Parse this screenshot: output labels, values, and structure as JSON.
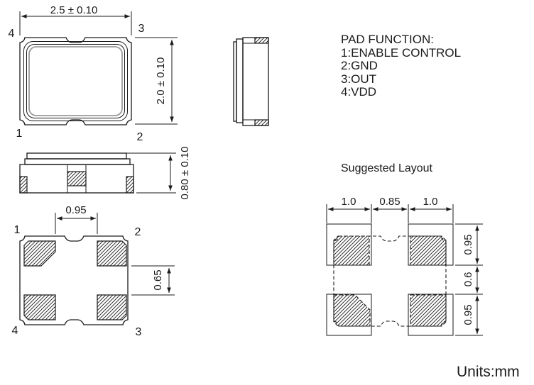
{
  "units_label": "Units:mm",
  "pad_function": {
    "title": "PAD FUNCTION:",
    "items": [
      "1:ENABLE CONTROL",
      "2:GND",
      "3:OUT",
      "4:VDD"
    ]
  },
  "top_view": {
    "width_dim": "2.5 ± 0.10",
    "height_dim": "2.0 ± 0.10",
    "pins": {
      "tl": "4",
      "tr": "3",
      "bl": "1",
      "br": "2"
    }
  },
  "front_view": {
    "height_dim": "0.80 ± 0.10"
  },
  "bottom_view": {
    "pad_gap_horizontal": "0.95",
    "pad_gap_vertical": "0.65",
    "pins": {
      "tl": "1",
      "tr": "2",
      "bl": "4",
      "br": "3"
    }
  },
  "suggested_layout": {
    "title": "Suggested Layout",
    "dims_top": [
      "1.0",
      "0.85",
      "1.0"
    ],
    "dims_right": [
      "0.95",
      "0.6",
      "0.95"
    ]
  },
  "colors": {
    "line": "#1a1a1a",
    "background": "#ffffff"
  }
}
